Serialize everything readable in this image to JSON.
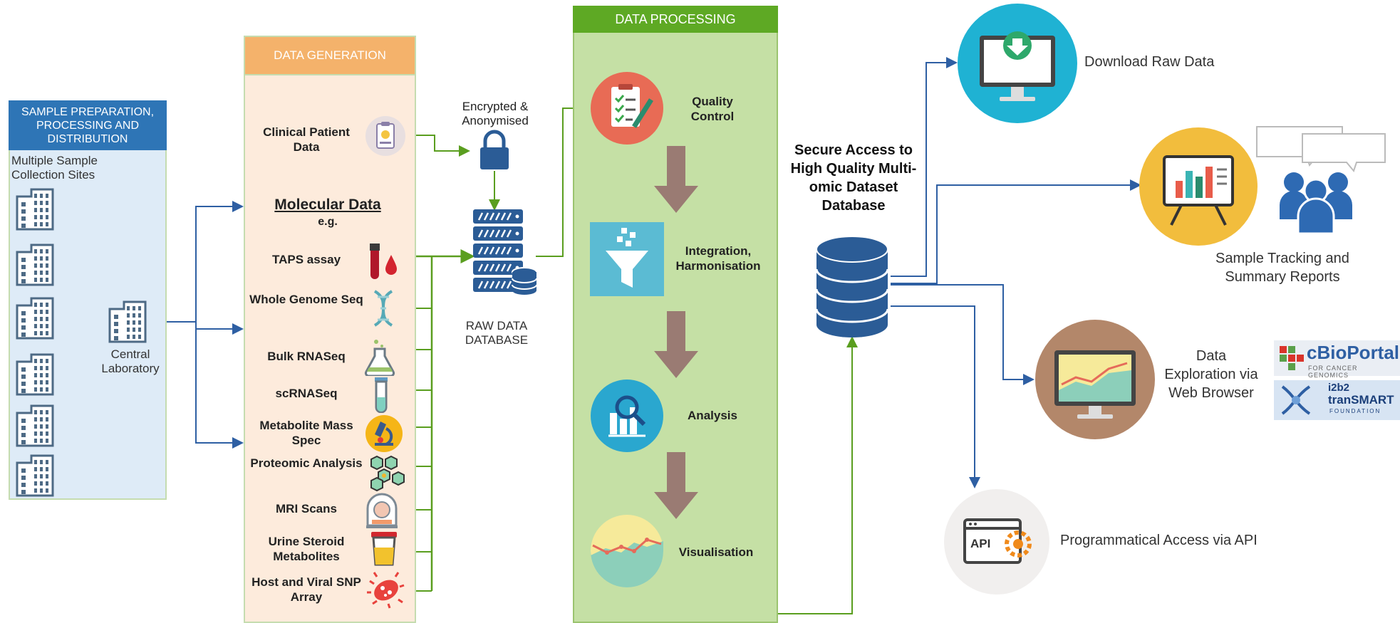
{
  "colors": {
    "sample_header": "#2e75b6",
    "sample_panel": "#deebf7",
    "generation_header": "#f4b26b",
    "generation_panel": "#fdebdc",
    "processing_header": "#5ea924",
    "processing_panel": "#c5e0a5",
    "blue_arrow": "#2e5fa3",
    "green_arrow": "#5a9e1f",
    "brown_arrow": "#9a7b73",
    "db_blue": "#2b5c96"
  },
  "sample_prep": {
    "header": "SAMPLE PREPARATION, PROCESSING AND DISTRIBUTION",
    "sites_label": "Multiple Sample Collection Sites",
    "central_label": "Central Laboratory"
  },
  "data_generation": {
    "header": "DATA GENERATION",
    "clinical": "Clinical Patient Data",
    "molecular_title": "Molecular Data",
    "molecular_eg": "e.g.",
    "items": [
      {
        "label": "TAPS assay",
        "icon": "blood-tube-icon"
      },
      {
        "label": "Whole Genome Seq",
        "icon": "dna-icon"
      },
      {
        "label": "Bulk RNASeq",
        "icon": "flask-icon"
      },
      {
        "label": "scRNASeq",
        "icon": "test-tube-icon"
      },
      {
        "label": "Metabolite Mass Spec",
        "icon": "microscope-icon"
      },
      {
        "label": "Proteomic Analysis",
        "icon": "molecule-icon"
      },
      {
        "label": "MRI Scans",
        "icon": "mri-scanner-icon"
      },
      {
        "label": "Urine Steroid Metabolites",
        "icon": "urine-cup-icon"
      },
      {
        "label": "Host and Viral SNP Array",
        "icon": "virus-icon"
      }
    ]
  },
  "encryption": {
    "label": "Encrypted & Anonymised",
    "raw_db_label": "RAW DATA DATABASE"
  },
  "data_processing": {
    "header": "DATA PROCESSING",
    "steps": [
      {
        "label": "Quality Control",
        "icon": "checklist-icon"
      },
      {
        "label": "Integration, Harmonisation",
        "icon": "funnel-icon"
      },
      {
        "label": "Analysis",
        "icon": "magnifier-chart-icon"
      },
      {
        "label": "Visualisation",
        "icon": "line-graph-icon"
      }
    ]
  },
  "access": {
    "secure_title": "Secure Access to High Quality Multi-omic Dataset Database",
    "download": "Download Raw Data",
    "tracking": "Sample Tracking and Summary Reports",
    "exploration": "Data Exploration via Web Browser",
    "api": "Programmatical Access via API",
    "api_badge": "API",
    "cbioportal": "cBioPortal",
    "cbioportal_sub": "FOR CANCER GENOMICS",
    "i2b2": "i2b2",
    "transmart": "tranSMART",
    "foundation": "FOUNDATION"
  }
}
